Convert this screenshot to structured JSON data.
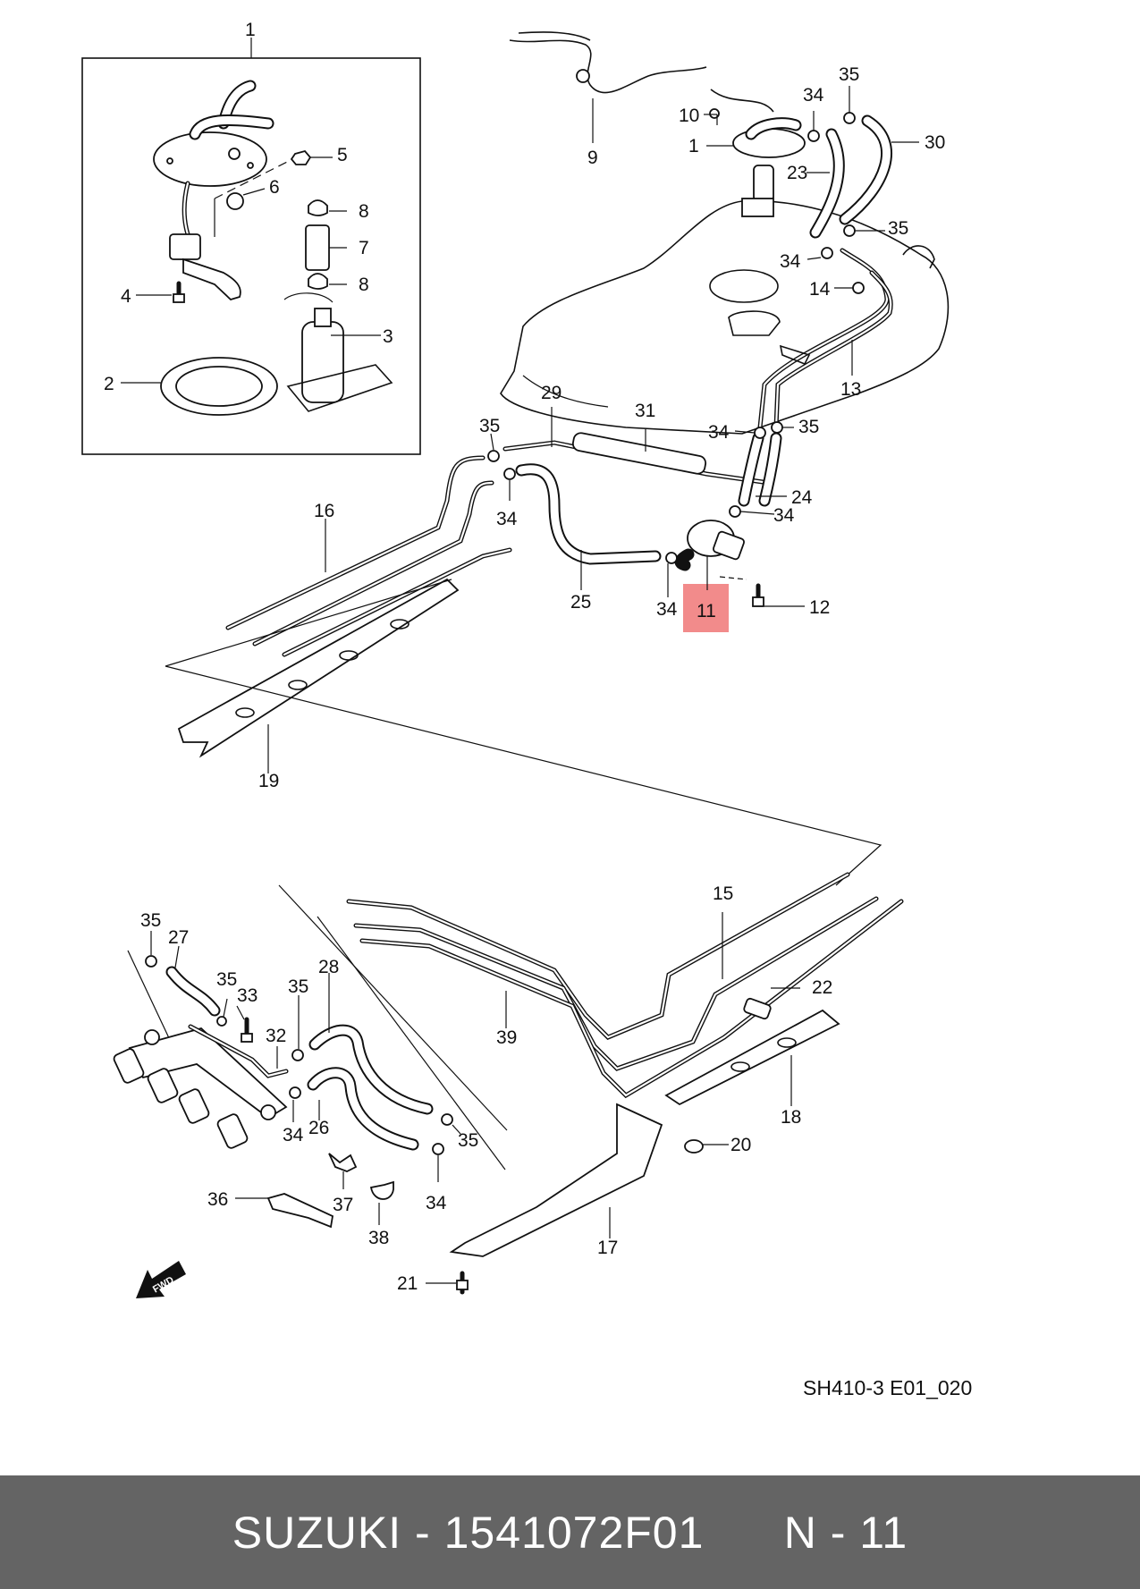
{
  "diagram": {
    "code": "SH410-3 E01_020",
    "fwd_label": "FWD",
    "highlight_color": "#f28b8b",
    "highlighted_part": "11",
    "callouts": {
      "c1a": "1",
      "c2": "2",
      "c3": "3",
      "c4": "4",
      "c5": "5",
      "c6": "6",
      "c7": "7",
      "c8a": "8",
      "c8b": "8",
      "c9": "9",
      "c10": "10",
      "c1b": "1",
      "c11": "11",
      "c12": "12",
      "c13": "13",
      "c14": "14",
      "c15": "15",
      "c16": "16",
      "c17": "17",
      "c18": "18",
      "c19": "19",
      "c20": "20",
      "c21": "21",
      "c22": "22",
      "c23": "23",
      "c24": "24",
      "c25": "25",
      "c26": "26",
      "c27": "27",
      "c28": "28",
      "c29": "29",
      "c30": "30",
      "c31": "31",
      "c32": "32",
      "c33": "33",
      "c34a": "34",
      "c34b": "34",
      "c34c": "34",
      "c34d": "34",
      "c34e": "34",
      "c34f": "34",
      "c34g": "34",
      "c34h": "34",
      "c35a": "35",
      "c35b": "35",
      "c35c": "35",
      "c35d": "35",
      "c35e": "35",
      "c35f": "35",
      "c35g": "35",
      "c35h": "35",
      "c36": "36",
      "c37": "37",
      "c38": "38",
      "c39": "39"
    }
  },
  "footer": {
    "brand": "SUZUKI",
    "separator": "-",
    "part_number": "1541072F01",
    "position_label": "N - 11"
  }
}
